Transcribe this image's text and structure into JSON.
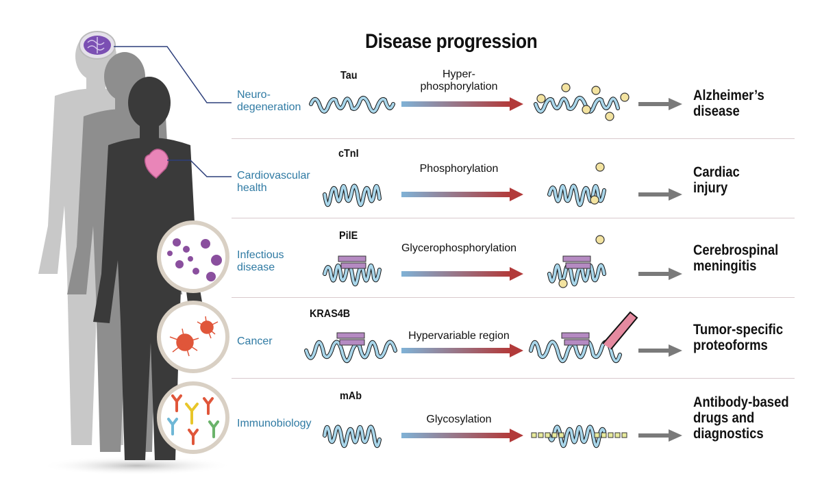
{
  "title": "Disease progression",
  "rows": [
    {
      "category_lines": [
        "Neuro-",
        "degeneration"
      ],
      "protein": "Tau",
      "process_lines": [
        "Hyper-",
        "phosphorylation"
      ],
      "outcome_lines": [
        "Alzheimer’s",
        "disease"
      ]
    },
    {
      "category_lines": [
        "Cardiovascular",
        "health"
      ],
      "protein": "cTnI",
      "process_lines": [
        "Phosphorylation"
      ],
      "outcome_lines": [
        "Cardiac",
        "injury"
      ]
    },
    {
      "category_lines": [
        "Infectious",
        "disease"
      ],
      "protein": "PilE",
      "process_lines": [
        "Glycerophosphorylation"
      ],
      "outcome_lines": [
        "Cerebrospinal",
        "meningitis"
      ]
    },
    {
      "category_lines": [
        "Cancer"
      ],
      "protein": "KRAS4B",
      "process_lines": [
        "Hypervariable region"
      ],
      "outcome_lines": [
        "Tumor-specific",
        "proteoforms"
      ]
    },
    {
      "category_lines": [
        "Immunobiology"
      ],
      "protein": "mAb",
      "process_lines": [
        "Glycosylation"
      ],
      "outcome_lines": [
        "Antibody-based",
        "drugs and",
        "diagnostics"
      ]
    }
  ],
  "colors": {
    "category_text": "#2f7aa3",
    "protein_ribbon": "#a9d6ea",
    "beta_sheet": "#b58ac2",
    "arrow_start": "#7fb2d6",
    "arrow_end": "#b23a3a",
    "outcome_arrow": "#7a7a7a",
    "phosphate": "#f3e3a0",
    "divider": "#d8c8cc"
  }
}
